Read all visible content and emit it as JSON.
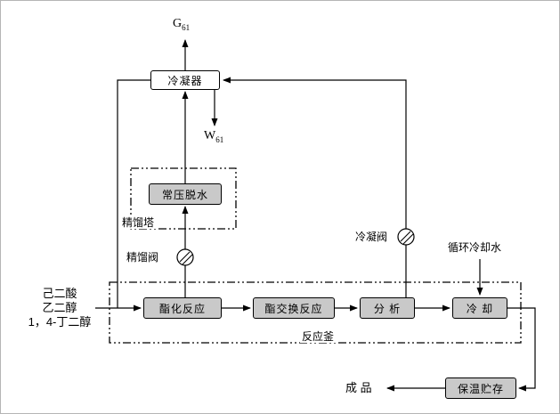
{
  "labels": {
    "gas_main": "G",
    "gas_sub": "61",
    "water_main": "W",
    "water_sub": "61"
  },
  "boxes": {
    "condenser": "冷凝器",
    "dehydration": "常压脱水",
    "esterification": "酯化反应",
    "transesterification": "酯交换反应",
    "analysis": "分 析",
    "cooling": "冷 却",
    "storage": "保温贮存"
  },
  "annotations": {
    "tower": "精馏塔",
    "distill_valve": "精馏阀",
    "condense_valve": "冷凝阀",
    "cooling_water": "循环冷却水",
    "kettle": "反应釜",
    "product": "成 品"
  },
  "feeds": [
    "己二酸",
    "乙二醇",
    "1，4-丁二醇"
  ],
  "colors": {
    "box_fill": "#c9c9c9",
    "condenser_fill": "#ffffff",
    "line": "#000000",
    "background": "#ffffff"
  }
}
